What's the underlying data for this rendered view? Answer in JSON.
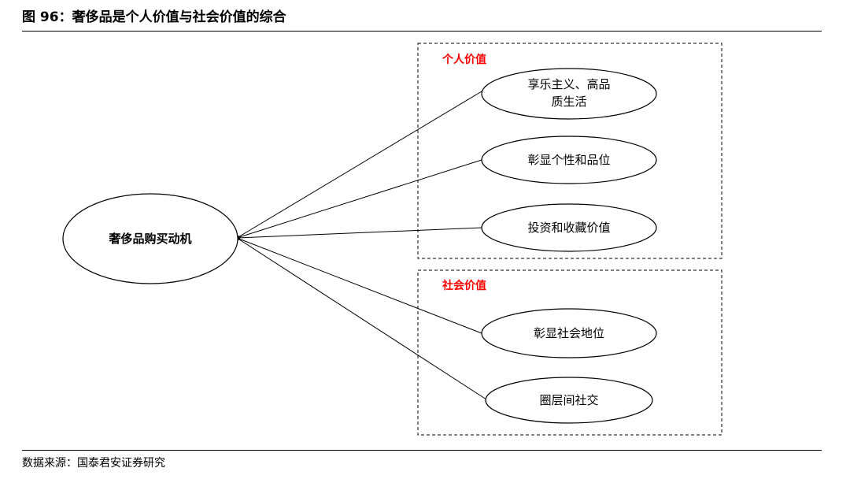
{
  "figure": {
    "title": "图 96：奢侈品是个人价值与社会价值的综合",
    "source": "数据来源：国泰君安证券研究"
  },
  "colors": {
    "group_title": "#ff0000",
    "stroke": "#000000"
  },
  "diagram": {
    "center": {
      "label": "奢侈品购买动机"
    },
    "groups": [
      {
        "title": "个人价值",
        "nodes": [
          {
            "lines": [
              "享乐主义、高品",
              "质生活"
            ]
          },
          {
            "lines": [
              "彰显个性和品位"
            ]
          },
          {
            "lines": [
              "投资和收藏价值"
            ]
          }
        ]
      },
      {
        "title": "社会价值",
        "nodes": [
          {
            "lines": [
              "彰显社会地位"
            ]
          },
          {
            "lines": [
              "圈层间社交"
            ]
          }
        ]
      }
    ]
  }
}
